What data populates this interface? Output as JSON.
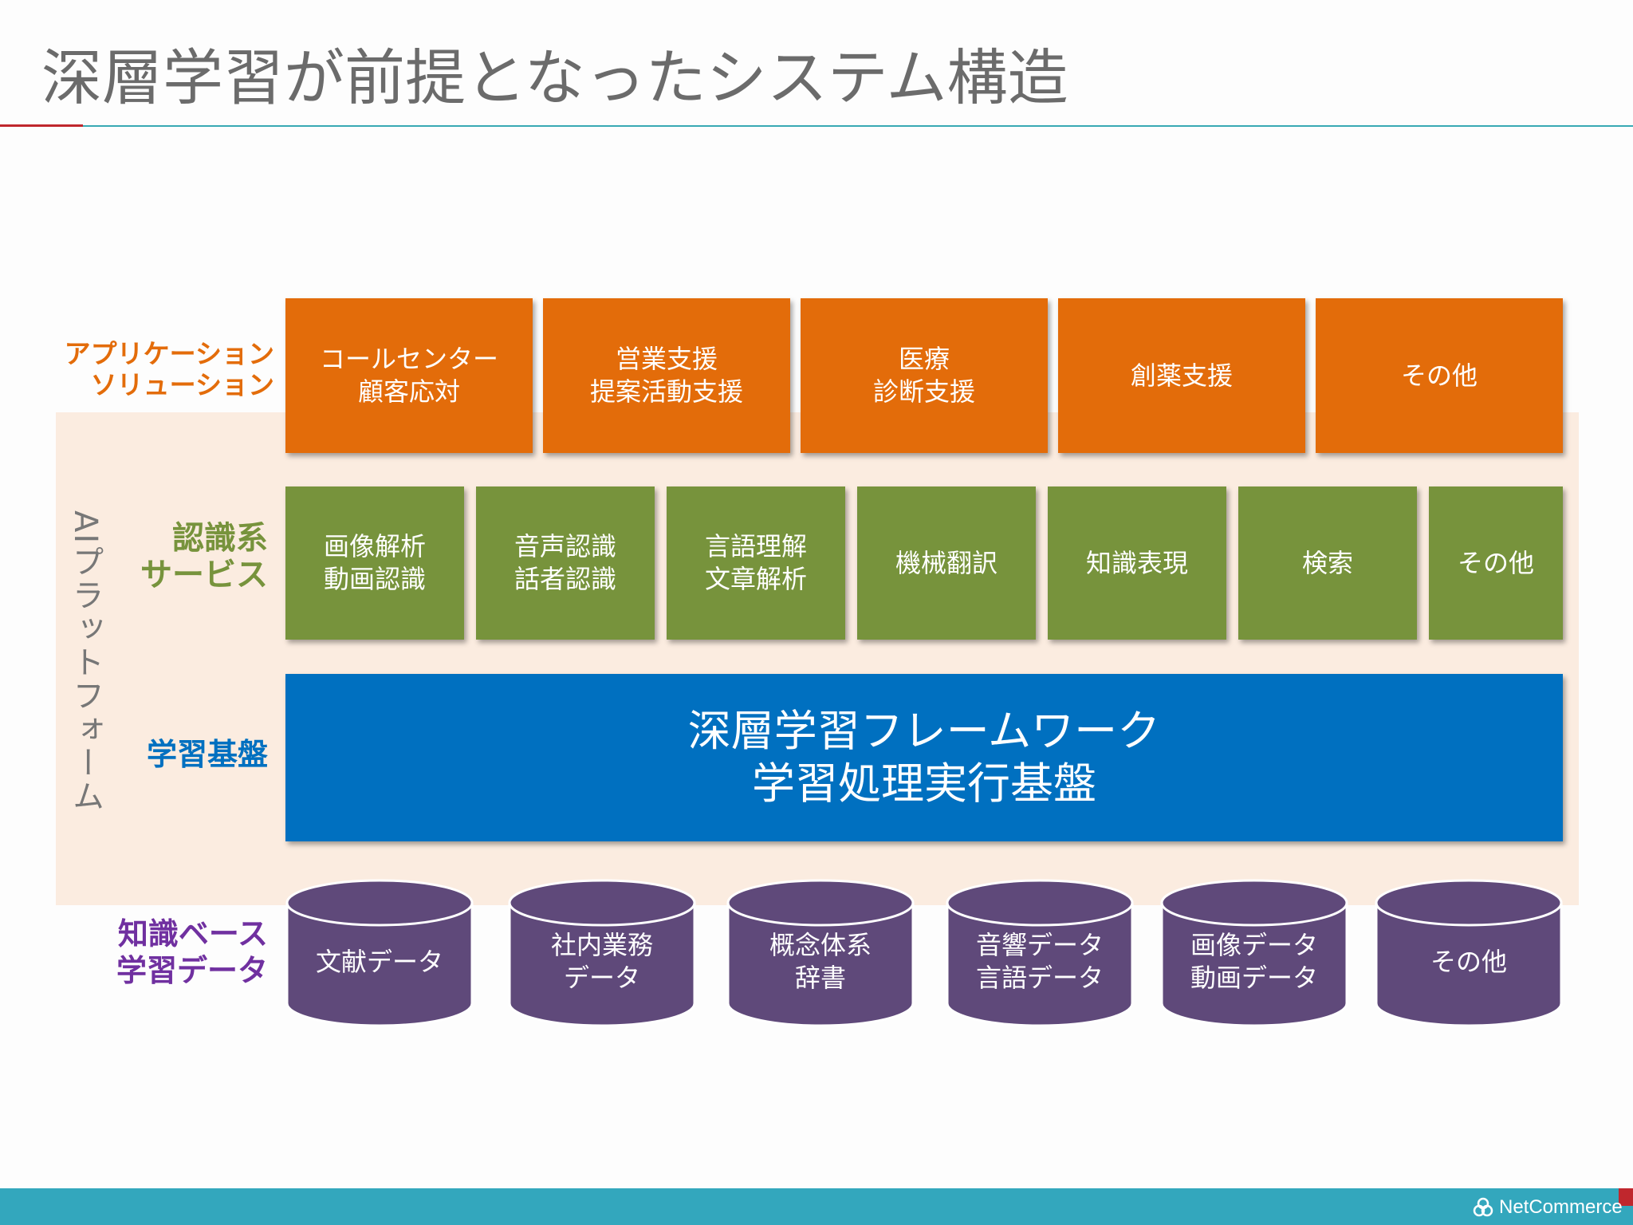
{
  "title": "深層学習が前提となったシステム構造",
  "labels": {
    "application": "アプリケーション\nソリューション",
    "recognition": "認識系\nサービス",
    "learning": "学習基盤",
    "knowledge": "知識ベース\n学習データ",
    "platform": "AIプラットフォーム"
  },
  "applications": [
    "コールセンター\n顧客応対",
    "営業支援\n提案活動支援",
    "医療\n診断支援",
    "創薬支援",
    "その他"
  ],
  "services": [
    "画像解析\n動画認識",
    "音声認識\n話者認識",
    "言語理解\n文章解析",
    "機械翻訳",
    "知識表現",
    "検索",
    "その他"
  ],
  "framework": "深層学習フレームワーク\n学習処理実行基盤",
  "data_stores": [
    "文献データ",
    "社内業務\nデータ",
    "概念体系\n辞書",
    "音響データ\n言語データ",
    "画像データ\n動画データ",
    "その他"
  ],
  "logo": {
    "text": "NetCommerce"
  },
  "colors": {
    "application": "#e36c0a",
    "service": "#77933c",
    "framework": "#0070c0",
    "data": "#5f497a",
    "platform_bg": "#fbece0",
    "footer": "#33a7bd"
  }
}
